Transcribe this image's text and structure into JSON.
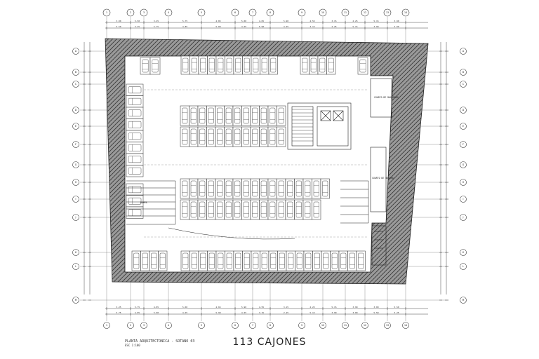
{
  "caption": "113 CAJONES",
  "title_block": {
    "title": "PLANTA ARQUITECTONICA - SOTANO 03",
    "scale": "ESC 1:100"
  },
  "rooms": {
    "cuarto_maquinas": "CUARTO DE MAQUINAS",
    "cuarto_basura": "CUARTO DE BASURA",
    "rampa": "RAMPA"
  },
  "colors": {
    "line": "#222222",
    "wall": "#555555",
    "grid": "#444444",
    "paper": "#ffffff"
  },
  "grid_numbers": [
    "1",
    "2",
    "3",
    "4",
    "5",
    "6",
    "7",
    "8",
    "9",
    "10",
    "11",
    "12",
    "13",
    "14"
  ],
  "grid_letters": [
    "A",
    "B",
    "C",
    "D",
    "E",
    "F",
    "G",
    "H",
    "I",
    "J",
    "K",
    "L",
    "M"
  ],
  "dimensions": [
    "3.00",
    "5.50",
    "3.25",
    "5.75",
    "4.85",
    "5.00",
    "4.65",
    "5.90",
    "4.55",
    "3.15",
    "2.25",
    "5.15",
    "3.90"
  ]
}
